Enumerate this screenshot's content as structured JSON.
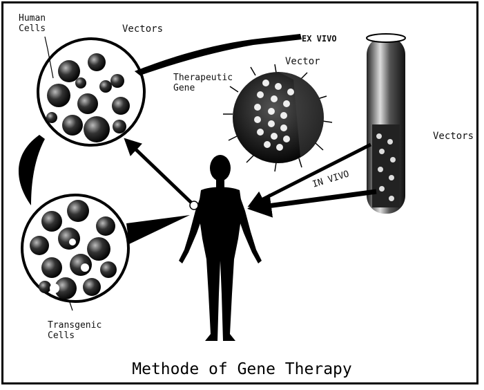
{
  "title": "Methode of Gene Therapy",
  "labels": {
    "human_cells": "Human\nCells",
    "vectors_top": "Vectors",
    "ex_vivo": "EX VIVO",
    "vector": "Vector",
    "therapeutic_gene": "Therapeutic\nGene",
    "vectors_right": "Vectors",
    "in_vivo": "IN VIVO",
    "transgenic_cells": "Transgenic\nCells"
  },
  "colors": {
    "ink": "#000000",
    "background": "#ffffff"
  }
}
